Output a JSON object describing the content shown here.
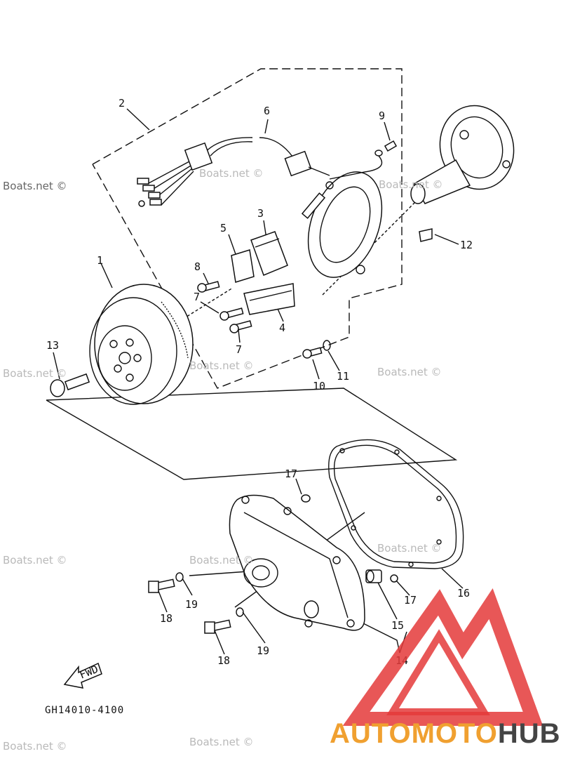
{
  "diagram": {
    "callouts": [
      {
        "id": "c1",
        "text": "1"
      },
      {
        "id": "c2",
        "text": "2"
      },
      {
        "id": "c3",
        "text": "3"
      },
      {
        "id": "c4",
        "text": "4"
      },
      {
        "id": "c5",
        "text": "5"
      },
      {
        "id": "c6",
        "text": "6"
      },
      {
        "id": "c7a",
        "text": "7"
      },
      {
        "id": "c7b",
        "text": "7"
      },
      {
        "id": "c8",
        "text": "8"
      },
      {
        "id": "c9",
        "text": "9"
      },
      {
        "id": "c10",
        "text": "10"
      },
      {
        "id": "c11",
        "text": "11"
      },
      {
        "id": "c12",
        "text": "12"
      },
      {
        "id": "c13",
        "text": "13"
      },
      {
        "id": "c14",
        "text": "14"
      },
      {
        "id": "c15",
        "text": "15"
      },
      {
        "id": "c16",
        "text": "16"
      },
      {
        "id": "c17a",
        "text": "17"
      },
      {
        "id": "c17b",
        "text": "17"
      },
      {
        "id": "c18a",
        "text": "18"
      },
      {
        "id": "c18b",
        "text": "18"
      },
      {
        "id": "c19a",
        "text": "19"
      },
      {
        "id": "c19b",
        "text": "19"
      }
    ],
    "fwd_label": "FWD",
    "part_code": "GH14010-4100"
  },
  "watermark": {
    "text": "Boats.net ©"
  },
  "logo": {
    "part1": "AUTOMOTO",
    "part2": "HUB",
    "color_primary": "#f0a030",
    "color_secondary": "#444444",
    "triangle_color": "#e43a3a"
  }
}
